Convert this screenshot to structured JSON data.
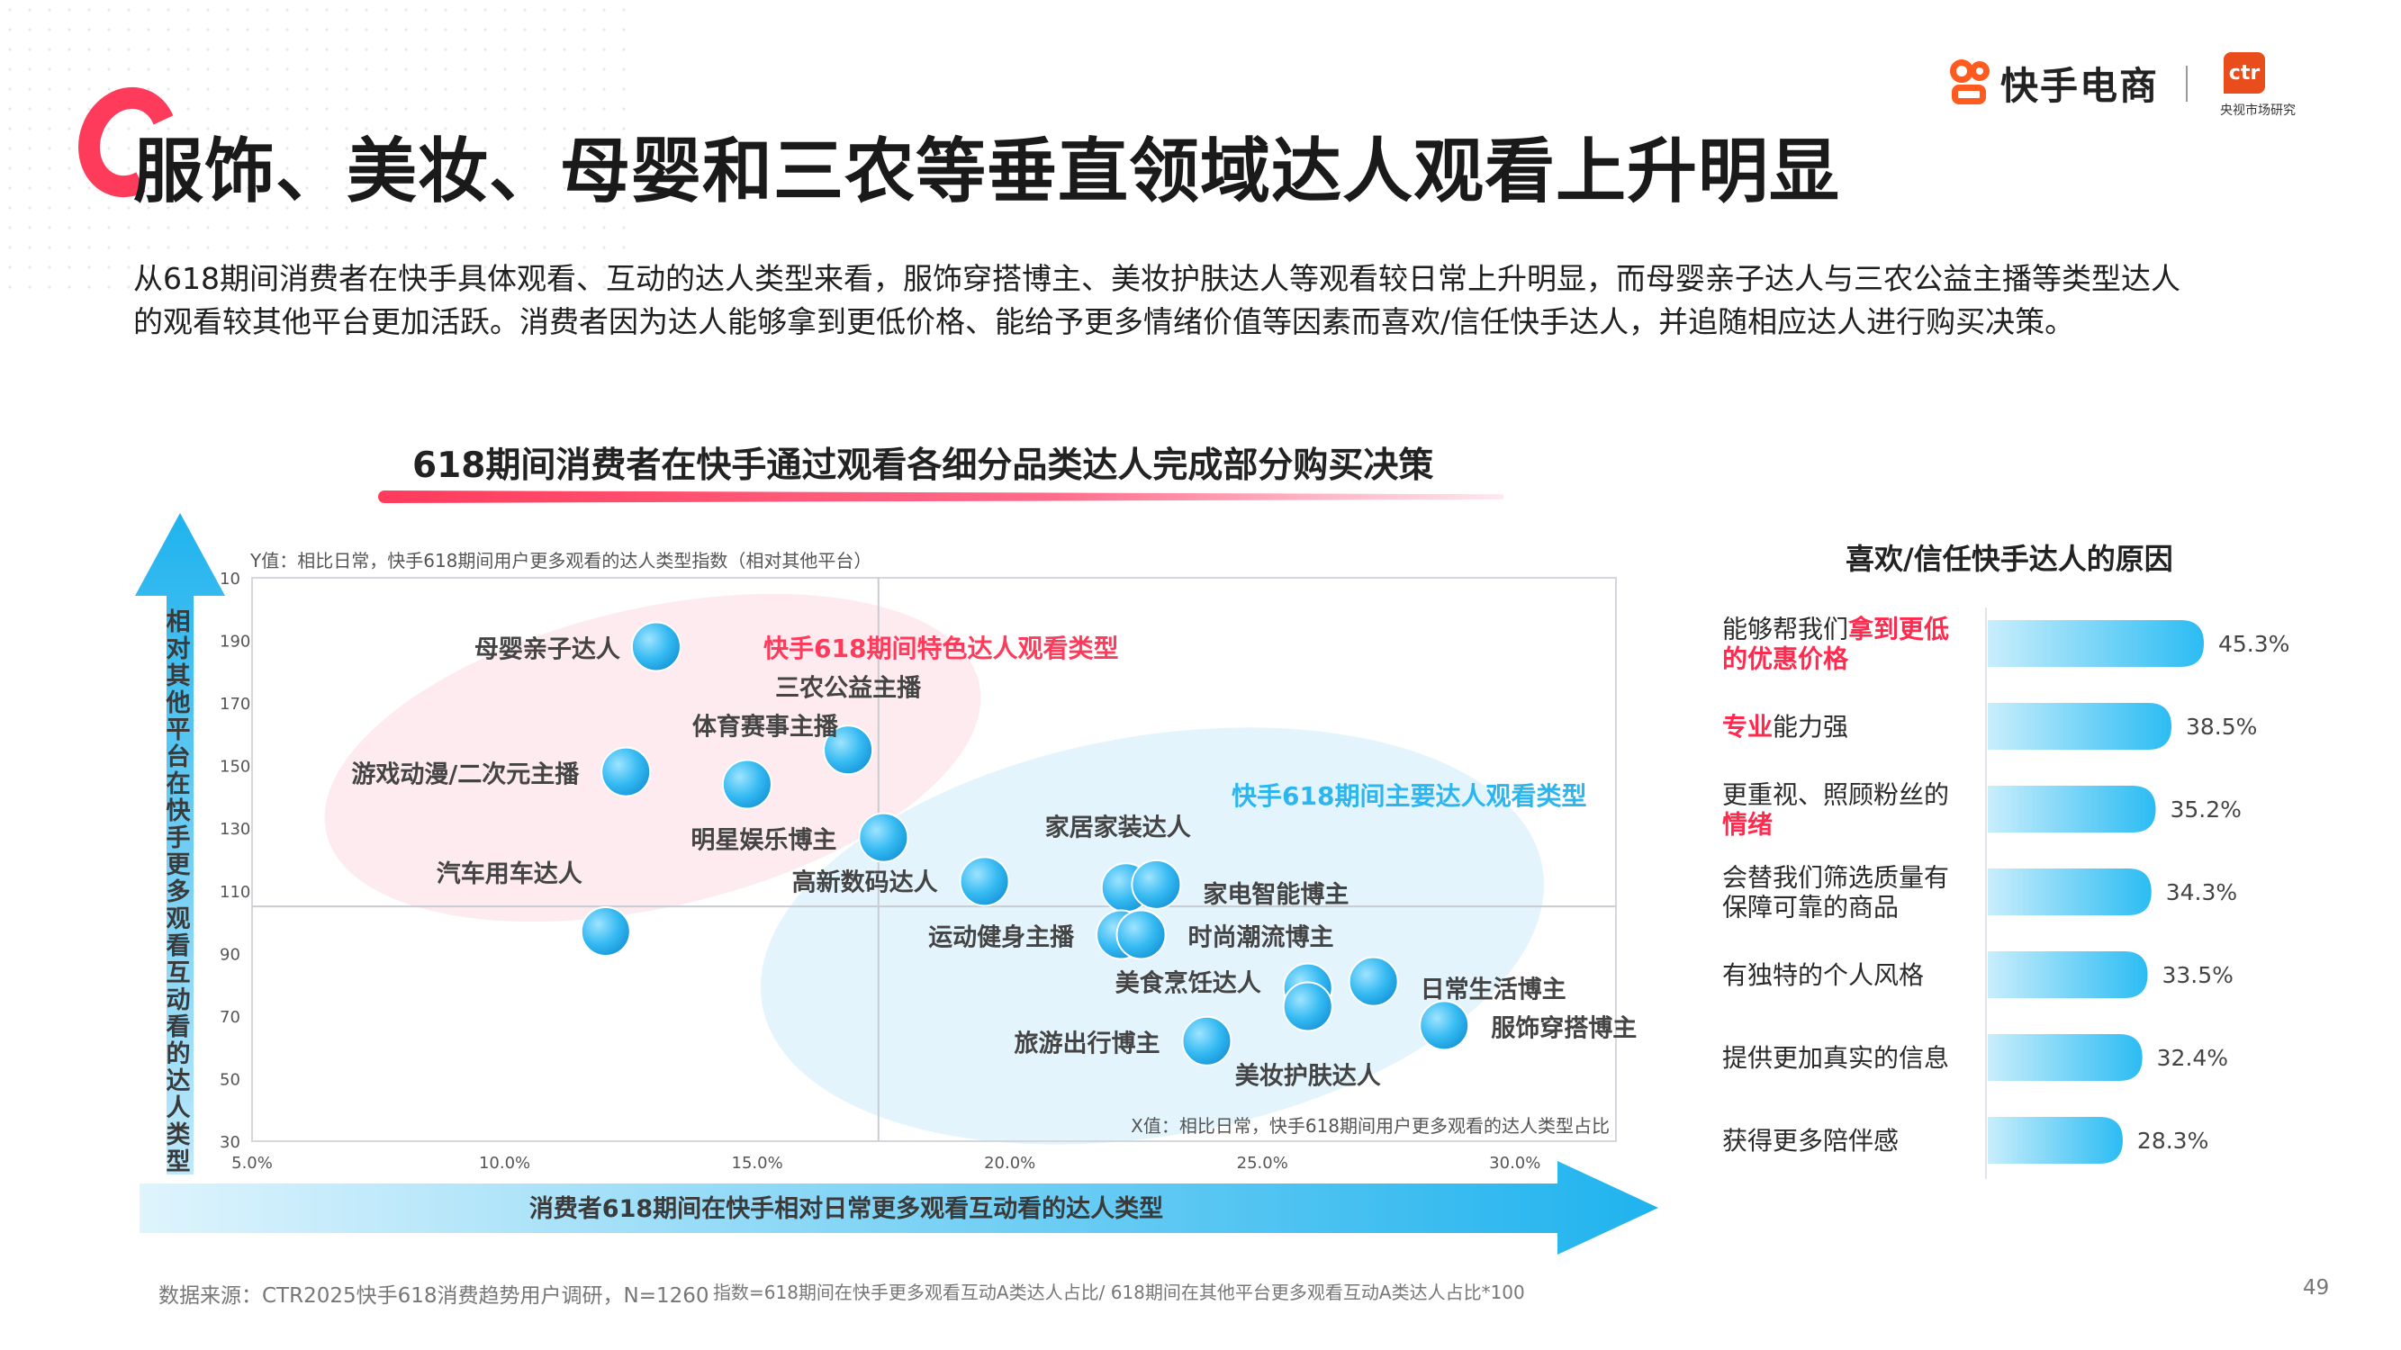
{
  "page": {
    "title": "服饰、美妆、母婴和三农等垂直领域达人观看上升明显",
    "intro": "从618期间消费者在快手具体观看、互动的达人类型来看，服饰穿搭博主、美妆护肤达人等观看较日常上升明显，而母婴亲子达人与三农公益主播等类型达人的观看较其他平台更加活跃。消费者因为达人能够拿到更低价格、能给予更多情绪价值等因素而喜欢/信任快手达人，并追随相应达人进行购买决策。",
    "brand_name": "快手电商",
    "ctr_logo": "ctr",
    "ctr_sub": "央视市场研究",
    "footer_source": "数据来源：CTR2025快手618消费趋势用户调研，N=1260",
    "footer_note": "指数=618期间在快手更多观看互动A类达人占比/ 618期间在其他平台更多观看互动A类达人占比*100",
    "page_number": "49",
    "colors": {
      "accent_red": "#ff3b5c",
      "accent_blue": "#2bb6f0",
      "bar_blue": "#3cc4f2"
    }
  },
  "chart_data": [
    {
      "type": "scatter",
      "title": "618期间消费者在快手通过观看各细分品类达人完成部分购买决策",
      "ylabel": "相对其他平台在快手更多观看互动看的达人类型",
      "xlabel": "消费者618期间在快手相对日常更多观看互动看的达人类型",
      "y_note": "Y值：相比日常，快手618期间用户更多观看的达人类型指数（相对其他平台）",
      "x_note": "X值：相比日常，快手618期间用户更多观看的达人类型占比",
      "xlim": [
        0.05,
        0.32
      ],
      "ylim": [
        30,
        210
      ],
      "x_ticks": [
        {
          "value": 0.05,
          "label": "5.0%"
        },
        {
          "value": 0.1,
          "label": "10.0%"
        },
        {
          "value": 0.15,
          "label": "15.0%"
        },
        {
          "value": 0.2,
          "label": "20.0%"
        },
        {
          "value": 0.25,
          "label": "25.0%"
        },
        {
          "value": 0.3,
          "label": "30.0%"
        }
      ],
      "y_ticks": [
        {
          "value": 30,
          "label": "30"
        },
        {
          "value": 50,
          "label": "50"
        },
        {
          "value": 70,
          "label": "70"
        },
        {
          "value": 90,
          "label": "90"
        },
        {
          "value": 110,
          "label": "110"
        },
        {
          "value": 130,
          "label": "130"
        },
        {
          "value": 150,
          "label": "150"
        },
        {
          "value": 170,
          "label": "170"
        },
        {
          "value": 190,
          "label": "190"
        },
        {
          "value": 210,
          "label": "10"
        }
      ],
      "x_ref": 0.174,
      "y_ref": 105,
      "clusters": [
        {
          "name": "快手618期间特色达人观看类型",
          "color": "#ff3b5c"
        },
        {
          "name": "快手618期间主要达人观看类型",
          "color": "#2bb6f0"
        }
      ],
      "points": [
        {
          "label": "母婴亲子达人",
          "x": 0.13,
          "y": 188
        },
        {
          "label": "三农公益主播",
          "x": 0.168,
          "y": 155
        },
        {
          "label": "体育赛事主播",
          "x": 0.148,
          "y": 144
        },
        {
          "label": "游戏动漫/二次元主播",
          "x": 0.124,
          "y": 148
        },
        {
          "label": "明星娱乐博主",
          "x": 0.175,
          "y": 127
        },
        {
          "label": "高新数码达人",
          "x": 0.195,
          "y": 113
        },
        {
          "label": "汽车用车达人",
          "x": 0.12,
          "y": 97
        },
        {
          "label": "家居家装达人",
          "x": 0.223,
          "y": 111
        },
        {
          "label": "家电智能博主",
          "x": 0.229,
          "y": 112
        },
        {
          "label": "运动健身主播",
          "x": 0.222,
          "y": 96
        },
        {
          "label": "时尚潮流博主",
          "x": 0.226,
          "y": 96
        },
        {
          "label": "美食烹饪达人",
          "x": 0.259,
          "y": 79
        },
        {
          "label": "旅游出行博主",
          "x": 0.239,
          "y": 62
        },
        {
          "label": "日常生活博主",
          "x": 0.272,
          "y": 81
        },
        {
          "label": "美妆护肤达人",
          "x": 0.259,
          "y": 73
        },
        {
          "label": "服饰穿搭博主",
          "x": 0.286,
          "y": 67
        }
      ]
    },
    {
      "type": "bar",
      "orientation": "horizontal",
      "title": "喜欢/信任快手达人的原因",
      "categories": [
        "能够帮我们拿到更低的优惠价格",
        "专业能力强",
        "更重视、照顾粉丝的情绪",
        "会替我们筛选质量有保障可靠的商品",
        "有独特的个人风格",
        "提供更加真实的信息",
        "获得更多陪伴感"
      ],
      "values": [
        45.3,
        38.5,
        35.2,
        34.3,
        33.5,
        32.4,
        28.3
      ],
      "value_labels": [
        "45.3%",
        "38.5%",
        "35.2%",
        "34.3%",
        "33.5%",
        "32.4%",
        "28.3%"
      ],
      "label_segments": [
        [
          {
            "t": "能够帮我们",
            "hl": false
          },
          {
            "t": "拿到更低",
            "hl": true
          },
          {
            "t": "\n",
            "hl": false
          },
          {
            "t": "的优惠价格",
            "hl": true
          }
        ],
        [
          {
            "t": "专业",
            "hl": true
          },
          {
            "t": "能力强",
            "hl": false
          }
        ],
        [
          {
            "t": "更重视、照顾粉丝的",
            "hl": false
          },
          {
            "t": "\n",
            "hl": false
          },
          {
            "t": "情绪",
            "hl": true
          }
        ],
        [
          {
            "t": "会替我们筛选质量有",
            "hl": false
          },
          {
            "t": "\n",
            "hl": false
          },
          {
            "t": "保障可靠的商品",
            "hl": false
          }
        ],
        [
          {
            "t": "有独特的个人风格",
            "hl": false
          }
        ],
        [
          {
            "t": "提供更加真实的信息",
            "hl": false
          }
        ],
        [
          {
            "t": "获得更多陪伴感",
            "hl": false
          }
        ]
      ]
    }
  ]
}
